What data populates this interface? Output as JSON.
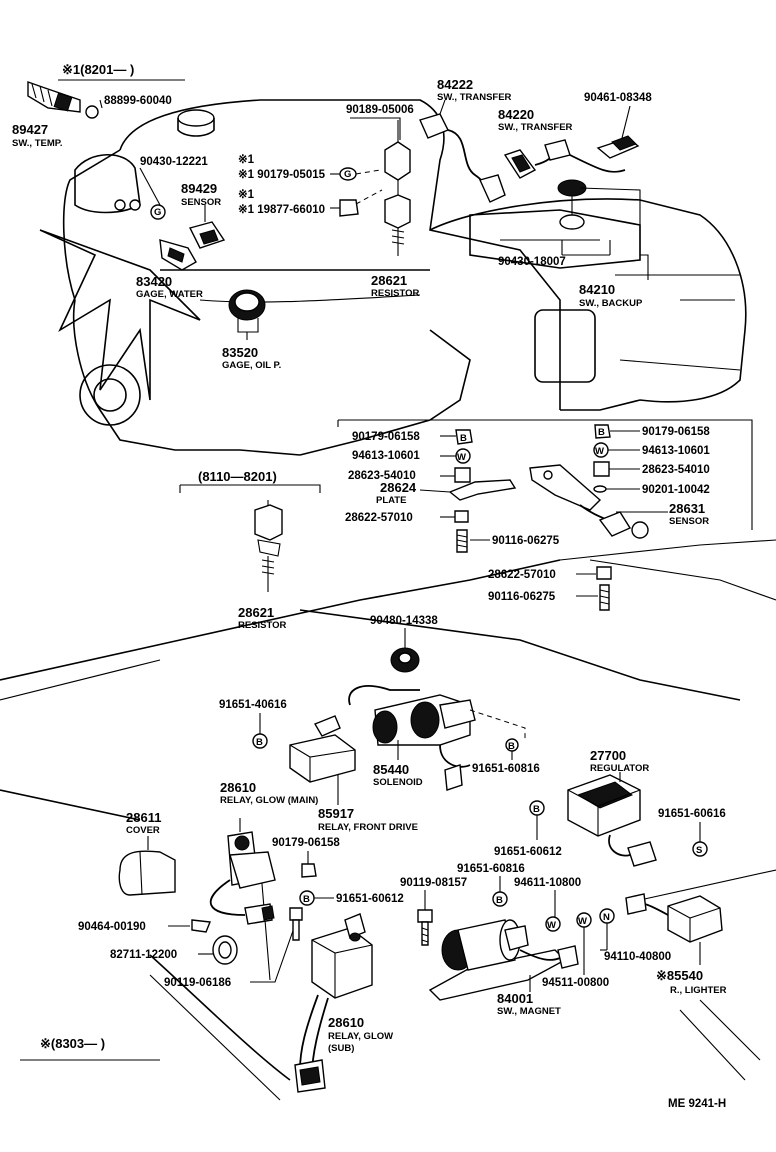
{
  "diagram": {
    "code": "ME  9241-H",
    "headers": {
      "top": "※1(8201—      )",
      "mid": "(8110—8201)",
      "bottom": "※(8303—      )"
    },
    "parts": [
      {
        "id": "p89427",
        "number": "89427",
        "name": "SW., TEMP."
      },
      {
        "id": "p88899",
        "number": "88899-60040",
        "name": ""
      },
      {
        "id": "p90430a",
        "number": "90430-12221",
        "name": ""
      },
      {
        "id": "p89429",
        "number": "89429",
        "name": "SENSOR"
      },
      {
        "id": "p83420",
        "number": "83420",
        "name": "GAGE, WATER"
      },
      {
        "id": "p83520",
        "number": "83520",
        "name": "GAGE, OIL P."
      },
      {
        "id": "p90189",
        "number": "90189-05006",
        "name": ""
      },
      {
        "id": "p90179a",
        "number": "※1 90179-05015",
        "name": ""
      },
      {
        "id": "p19877",
        "number": "※1 19877-66010",
        "name": ""
      },
      {
        "id": "p28621a",
        "number": "28621",
        "name": "RESISTOR"
      },
      {
        "id": "p84222",
        "number": "84222",
        "name": "SW., TRANSFER"
      },
      {
        "id": "p84220",
        "number": "84220",
        "name": "SW., TRANSFER"
      },
      {
        "id": "p90461",
        "number": "90461-08348",
        "name": ""
      },
      {
        "id": "p90430b",
        "number": "90430-18007",
        "name": ""
      },
      {
        "id": "p84210",
        "number": "84210",
        "name": "SW., BACKUP"
      },
      {
        "id": "p90179b",
        "number": "90179-06158",
        "name": ""
      },
      {
        "id": "p94613a",
        "number": "94613-10601",
        "name": ""
      },
      {
        "id": "p28623a",
        "number": "28623-54010",
        "name": ""
      },
      {
        "id": "p28624",
        "number": "28624",
        "name": "PLATE"
      },
      {
        "id": "p28622a",
        "number": "28622-57010",
        "name": ""
      },
      {
        "id": "p90116a",
        "number": "90116-06275",
        "name": ""
      },
      {
        "id": "p90179c",
        "number": "90179-06158",
        "name": ""
      },
      {
        "id": "p94613b",
        "number": "94613-10601",
        "name": ""
      },
      {
        "id": "p28623b",
        "number": "28623-54010",
        "name": ""
      },
      {
        "id": "p90201",
        "number": "90201-10042",
        "name": ""
      },
      {
        "id": "p28631",
        "number": "28631",
        "name": "SENSOR"
      },
      {
        "id": "p28622b",
        "number": "28622-57010",
        "name": ""
      },
      {
        "id": "p90116b",
        "number": "90116-06275",
        "name": ""
      },
      {
        "id": "p28621b",
        "number": "28621",
        "name": "RESISTOR"
      },
      {
        "id": "p90480",
        "number": "90480-14338",
        "name": ""
      },
      {
        "id": "p91651a",
        "number": "91651-40616",
        "name": ""
      },
      {
        "id": "p85440",
        "number": "85440",
        "name": "SOLENOID"
      },
      {
        "id": "p91651b",
        "number": "91651-60816",
        "name": ""
      },
      {
        "id": "p27700",
        "number": "27700",
        "name": "REGULATOR"
      },
      {
        "id": "p28610a",
        "number": "28610",
        "name": "RELAY, GLOW (MAIN)"
      },
      {
        "id": "p85917",
        "number": "85917",
        "name": "RELAY, FRONT DRIVE"
      },
      {
        "id": "p28611",
        "number": "28611",
        "name": "COVER"
      },
      {
        "id": "p90179d",
        "number": "90179-06158",
        "name": ""
      },
      {
        "id": "p91651c",
        "number": "91651-60612",
        "name": ""
      },
      {
        "id": "p91651d",
        "number": "91651-60616",
        "name": ""
      },
      {
        "id": "p91651e",
        "number": "91651-60612",
        "name": ""
      },
      {
        "id": "p90119a",
        "number": "90119-08157",
        "name": ""
      },
      {
        "id": "p91651f",
        "number": "91651-60816",
        "name": ""
      },
      {
        "id": "p94611",
        "number": "94611-10800",
        "name": ""
      },
      {
        "id": "p90464",
        "number": "90464-00190",
        "name": ""
      },
      {
        "id": "p82711",
        "number": "82711-12200",
        "name": ""
      },
      {
        "id": "p90119b",
        "number": "90119-06186",
        "name": ""
      },
      {
        "id": "p94110",
        "number": "94110-40800",
        "name": ""
      },
      {
        "id": "p94511",
        "number": "94511-00800",
        "name": ""
      },
      {
        "id": "p85540",
        "number": "※85540",
        "name": "R., LIGHTER"
      },
      {
        "id": "p84001",
        "number": "84001",
        "name": "SW., MAGNET"
      },
      {
        "id": "p28610b",
        "number": "28610",
        "name": "RELAY, GLOW (SUB)"
      }
    ],
    "washer_marks": {
      "W": "W",
      "N": "N",
      "S": "S",
      "B": "B"
    }
  }
}
